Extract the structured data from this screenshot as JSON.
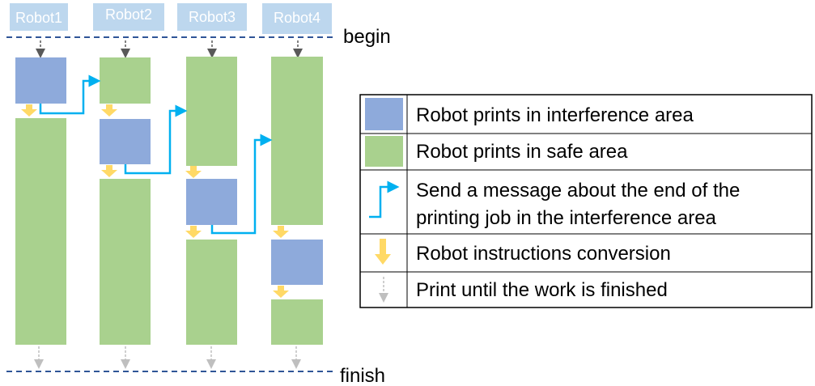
{
  "robots": [
    {
      "label": "Robot1"
    },
    {
      "label": "Robot2"
    },
    {
      "label": "Robot3"
    },
    {
      "label": "Robot4"
    }
  ],
  "markers": {
    "begin": "begin",
    "finish": "finish"
  },
  "legend": [
    {
      "kind": "interference-swatch",
      "text": "Robot prints in interference area"
    },
    {
      "kind": "safe-swatch",
      "text": "Robot prints in safe area"
    },
    {
      "kind": "message-arrow",
      "lines": [
        "Send a message about the end of the",
        "printing job in the interference area"
      ]
    },
    {
      "kind": "conversion-arrow",
      "text": "Robot instructions conversion"
    },
    {
      "kind": "dashed-arrow",
      "text": "Print until the work is finished"
    }
  ],
  "colors": {
    "interference": "#8eaadb",
    "safe": "#a9d18e",
    "robot_label_bg": "#bdd7ee",
    "message_arrow": "#00b0f0",
    "conversion_arrow": "#ffd966",
    "dashed_line": "#2f5597",
    "begin_arrow": "#595959",
    "finish_arrow": "#bfbfbf"
  }
}
